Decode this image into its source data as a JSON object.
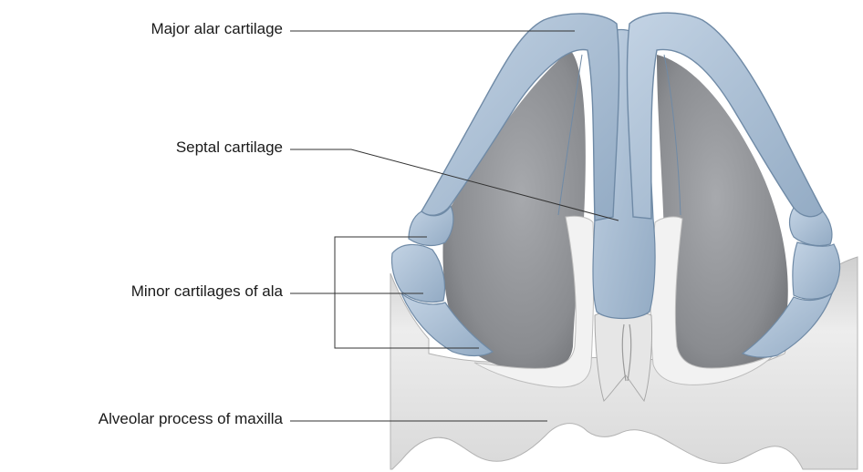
{
  "labels": {
    "major_alar": "Major alar cartilage",
    "septal": "Septal cartilage",
    "minor": "Minor cartilages of ala",
    "alveolar": "Alveolar process of maxilla"
  },
  "colors": {
    "cartilage": "#a9bfd6",
    "cartilage_edge": "#6f8aa6",
    "cavity": "#8d8f93",
    "bone": "#e3e3e3",
    "bone_edge": "#a8a8a8",
    "leader": "#333333"
  }
}
